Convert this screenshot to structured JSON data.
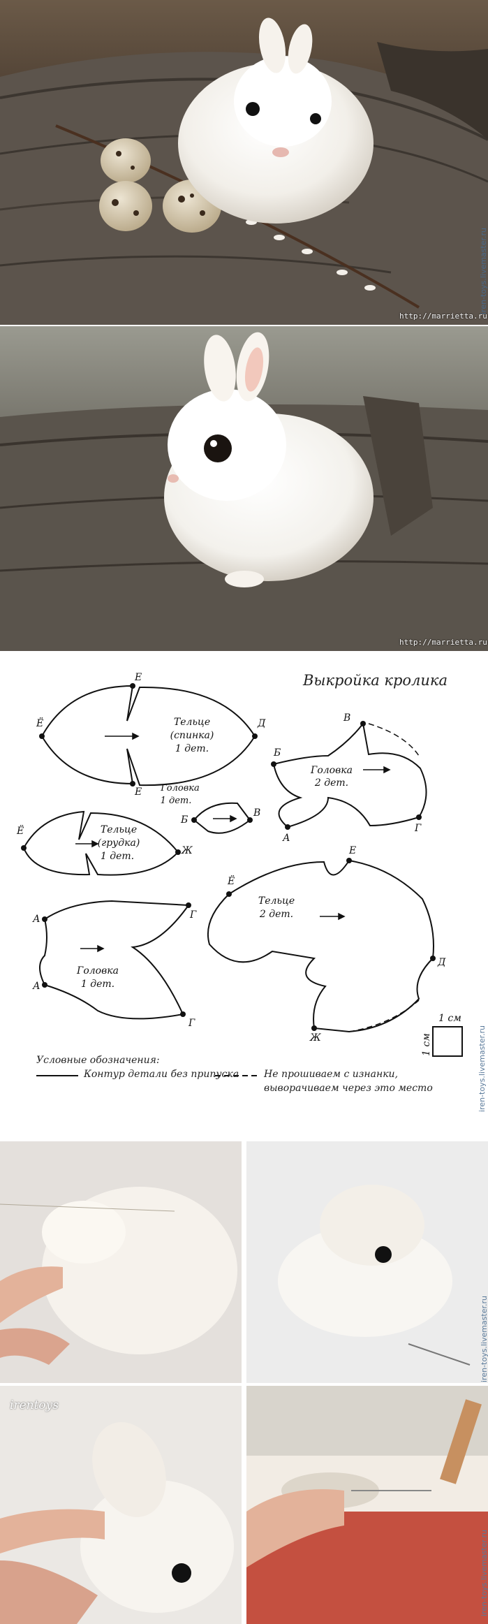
{
  "photos": {
    "top_watermark": "http://marrietta.ru",
    "top_side_watermark": "iren-toys.livemaster.ru",
    "second_watermark": "http://marrietta.ru",
    "logo_text": "irentoys"
  },
  "pattern": {
    "title": "Выкройка кролика",
    "side_watermark": "iren-toys.livemaster.ru",
    "pieces": {
      "body_back_1": "Тельце",
      "body_back_2": "(спинка)",
      "body_back_3": "1 дет.",
      "head_right_1": "Головка",
      "head_right_2": "2 дет.",
      "nose_1": "Головка",
      "nose_2": "1 дет.",
      "chest_1": "Тельце",
      "chest_2": "(грудка)",
      "chest_3": "1 дет.",
      "head_left_1": "Головка",
      "head_left_2": "1 дет.",
      "body_1": "Тельце",
      "body_2": "2 дет."
    },
    "letters": {
      "E": "Е",
      "YO": "Ё",
      "D": "Д",
      "B": "Б",
      "V": "В",
      "A": "А",
      "G": "Г",
      "ZH": "Ж"
    },
    "scale": {
      "w": "1 см",
      "h": "1 см"
    },
    "legend": {
      "heading": "Условные обозначения:",
      "solid": "Контур детали без припуска",
      "dashed_1": "Не прошиваем с изнанки,",
      "dashed_2": "выворачиваем через это место"
    }
  },
  "bottom": {
    "side_watermark_1": "iren-toys.livemaster.ru",
    "side_watermark_2": "iren-toys.livemaster.ru"
  }
}
